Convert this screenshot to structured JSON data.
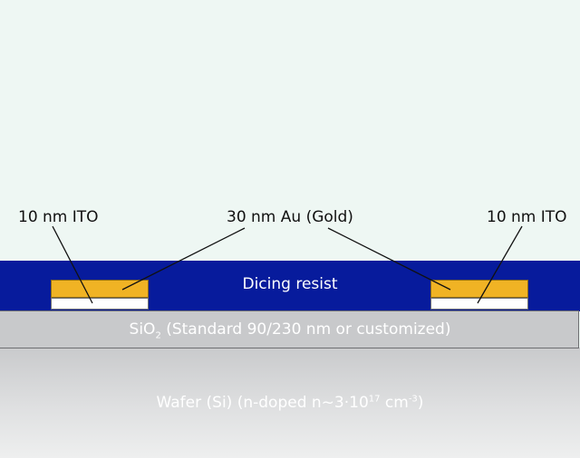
{
  "labels": {
    "ito_left": "10 nm ITO",
    "gold": "30 nm Au (Gold)",
    "ito_right": "10 nm ITO",
    "resist": "Dicing resist",
    "oxide_pre": "SiO",
    "oxide_sub": "2",
    "oxide_post": " (Standard 90/230 nm or customized)",
    "wafer_pre": "Wafer (Si) (n-doped n~3·10",
    "wafer_sup1": "17",
    "wafer_mid": " cm",
    "wafer_sup2": "-3",
    "wafer_post": ")"
  },
  "colors": {
    "background": "#eef7f3",
    "resist": "#071b9c",
    "oxide": "#c8c9cb",
    "gold": "#f0b324",
    "ito": "#ffffff"
  }
}
